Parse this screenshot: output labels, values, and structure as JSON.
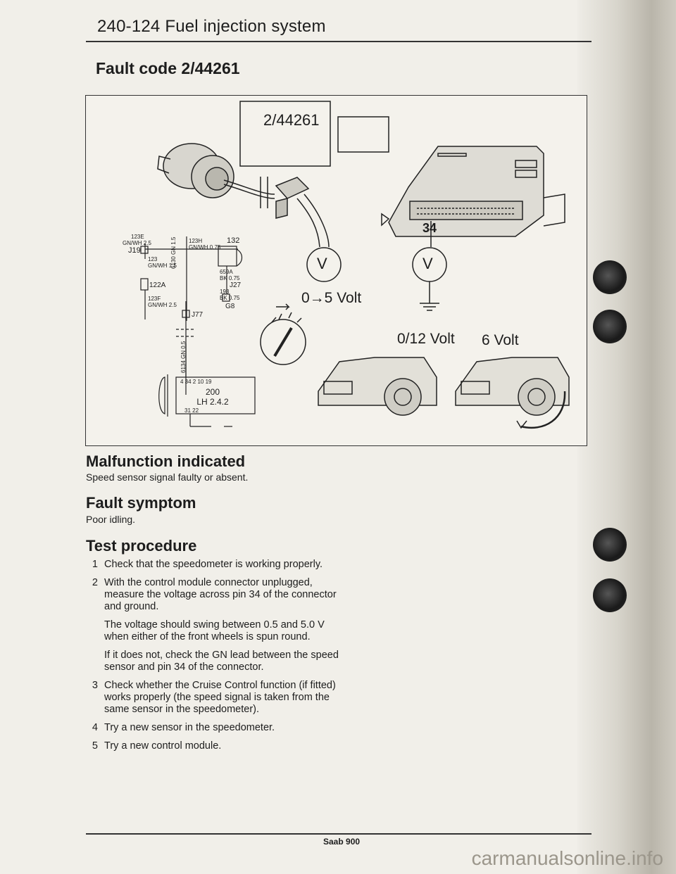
{
  "header": {
    "title": "240-124   Fuel injection system"
  },
  "fault_code_title": "Fault code 2/44261",
  "diagram": {
    "code_box": "2/44261",
    "voltage_range": "0→5 Volt",
    "meter_symbol_left": "V",
    "meter_symbol_right": "V",
    "pin_number": "34",
    "voltage_still": "0/12 Volt",
    "voltage_spinning": "6 Volt",
    "wiring": {
      "wire_123e": "123E",
      "wire_123e_color": "GN/WH 2.5",
      "wire_123h": "123H",
      "wire_123h_color": "GN/WH 0.75",
      "connector_j19": "J19",
      "wire_123": "123",
      "wire_123_color": "GN/WH 1.5",
      "splice_122a": "122A",
      "wire_123f": "123F",
      "wire_123f_color": "GN/WH 2.5",
      "vertical_wire": "6130 GN 1.5",
      "connector_132": "132",
      "wire_659a": "659A",
      "wire_659a_color": "BK 0.75",
      "connector_j27": "J27",
      "wire_193": "193",
      "wire_193_color": "BK 0.75",
      "ground_g8": "G8",
      "connector_j77": "J77",
      "lower_wire": "6134 GN 0.5",
      "ecu_pins_top": "4   34   2  10    19",
      "ecu_number": "200",
      "ecu_name": "LH 2.4.2",
      "ecu_pins_bottom": "31   22"
    }
  },
  "malfunction": {
    "heading": "Malfunction indicated",
    "text": "Speed sensor signal faulty or absent."
  },
  "symptom": {
    "heading": "Fault symptom",
    "text": "Poor idling."
  },
  "test_procedure": {
    "heading": "Test procedure",
    "step1_num": "1",
    "step1": "Check that the speedometer is working properly.",
    "step2_num": "2",
    "step2": "With the control module connector unplugged, measure the voltage across pin 34 of the connector and ground.",
    "step2_note1": "The voltage should swing between 0.5 and 5.0 V when either of the front wheels is spun round.",
    "step2_note2": "If it does not, check the GN lead between the speed sensor and pin 34 of the connector.",
    "step3_num": "3",
    "step3": "Check whether the Cruise Control function (if fitted) works properly (the speed signal is taken from the same sensor in the speedometer).",
    "step4_num": "4",
    "step4": "Try a new sensor in the speedometer.",
    "step5_num": "5",
    "step5": "Try a new control module."
  },
  "footer": {
    "model": "Saab 900"
  },
  "watermark": "carmanualsonline.info"
}
